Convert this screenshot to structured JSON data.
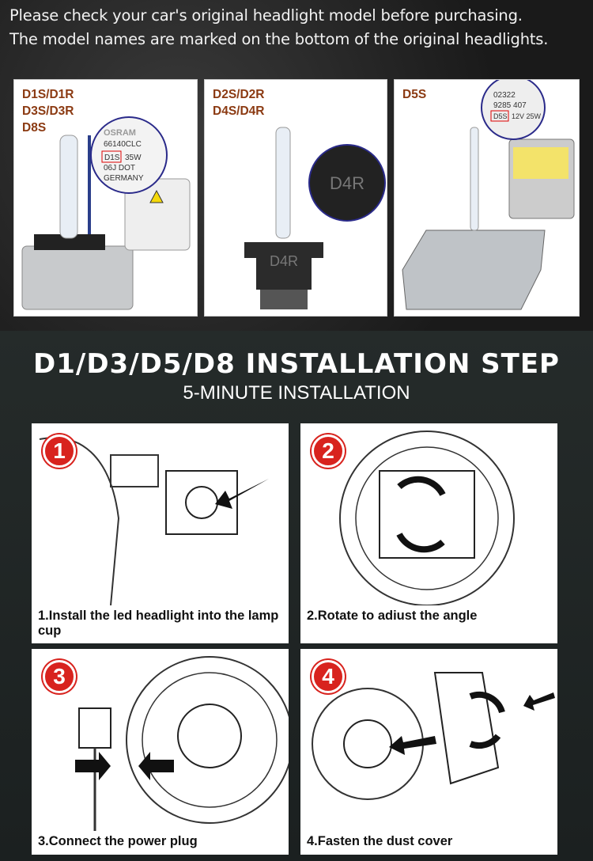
{
  "notice": {
    "line1": "Please check your car's original headlight model before purchasing.",
    "line2": "The model names are marked on the bottom of the original headlights."
  },
  "panels": [
    {
      "labels": [
        "D1S/D1R",
        "D3S/D3R",
        "D8S"
      ],
      "marking": "D1S",
      "label_lines": [
        "OSRAM",
        "66140CLC",
        "35W",
        "06J DOT",
        "GERMANY"
      ]
    },
    {
      "labels": [
        "D2S/D2R",
        "D4S/D4R"
      ],
      "marking": "D4R"
    },
    {
      "labels": [
        "D5S"
      ],
      "marking": "D5S",
      "label_lines": [
        "02322",
        "9285 407",
        "12V 25W"
      ]
    }
  ],
  "title": "D1/D3/D5/D8 INSTALLATION STEP",
  "subtitle": "5-MINUTE INSTALLATION",
  "steps": [
    {
      "number": "1",
      "caption": "1.Install the led headlight into the lamp cup"
    },
    {
      "number": "2",
      "caption": "2.Rotate to adiust the angle"
    },
    {
      "number": "3",
      "caption": "3.Connect the power plug"
    },
    {
      "number": "4",
      "caption": "4.Fasten the dust cover"
    }
  ],
  "colors": {
    "label": "#8b3a12",
    "badge": "#d8231e",
    "bg": "#1e2423"
  }
}
